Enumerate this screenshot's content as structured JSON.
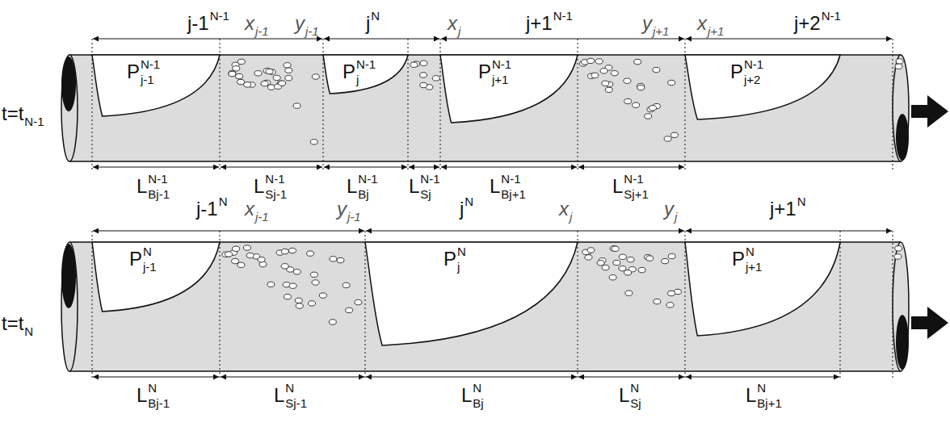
{
  "diagram": {
    "nodes": [
      {
        "text": [
          "P",
          "N-1",
          "j-1"
        ]
      },
      {
        "text": [
          "P",
          "N-1",
          "j"
        ]
      },
      {
        "text": [
          "P",
          "N-1",
          "j+1"
        ]
      },
      {
        "text": [
          "P",
          "N-1",
          "j+2"
        ]
      },
      {
        "text": [
          "P",
          "N",
          "j-1"
        ]
      },
      {
        "text": [
          "P",
          "N",
          "j"
        ]
      },
      {
        "text": [
          "P",
          "N",
          "j+1"
        ]
      }
    ],
    "labels": [
      "j-1",
      "N-1",
      "x",
      "j-1",
      "y",
      "j-1",
      "j",
      "N",
      "x",
      "j",
      "j+1",
      "N-1",
      "y",
      "j+1",
      "x",
      "j+1",
      "j+2",
      "N-1",
      "t=t",
      "N-1",
      "L",
      "N-1",
      "Bj-1",
      "L",
      "N-1",
      "Sj-1",
      "L",
      "N-1",
      "Bj",
      "L",
      "N-1",
      "Sj",
      "L",
      "N-1",
      "Bj+1",
      "L",
      "N-1",
      "Sj+1",
      "j-1",
      "N",
      "x",
      "j-1",
      "y",
      "j-1",
      "j",
      "N",
      "x",
      "j",
      "y",
      "j",
      "j+1",
      "N",
      "t=t",
      "N",
      "L",
      "N",
      "Bj-1",
      "L",
      "N",
      "Sj-1",
      "L",
      "N",
      "Bj",
      "L",
      "N",
      "Sj",
      "L",
      "N",
      "Bj+1"
    ]
  }
}
